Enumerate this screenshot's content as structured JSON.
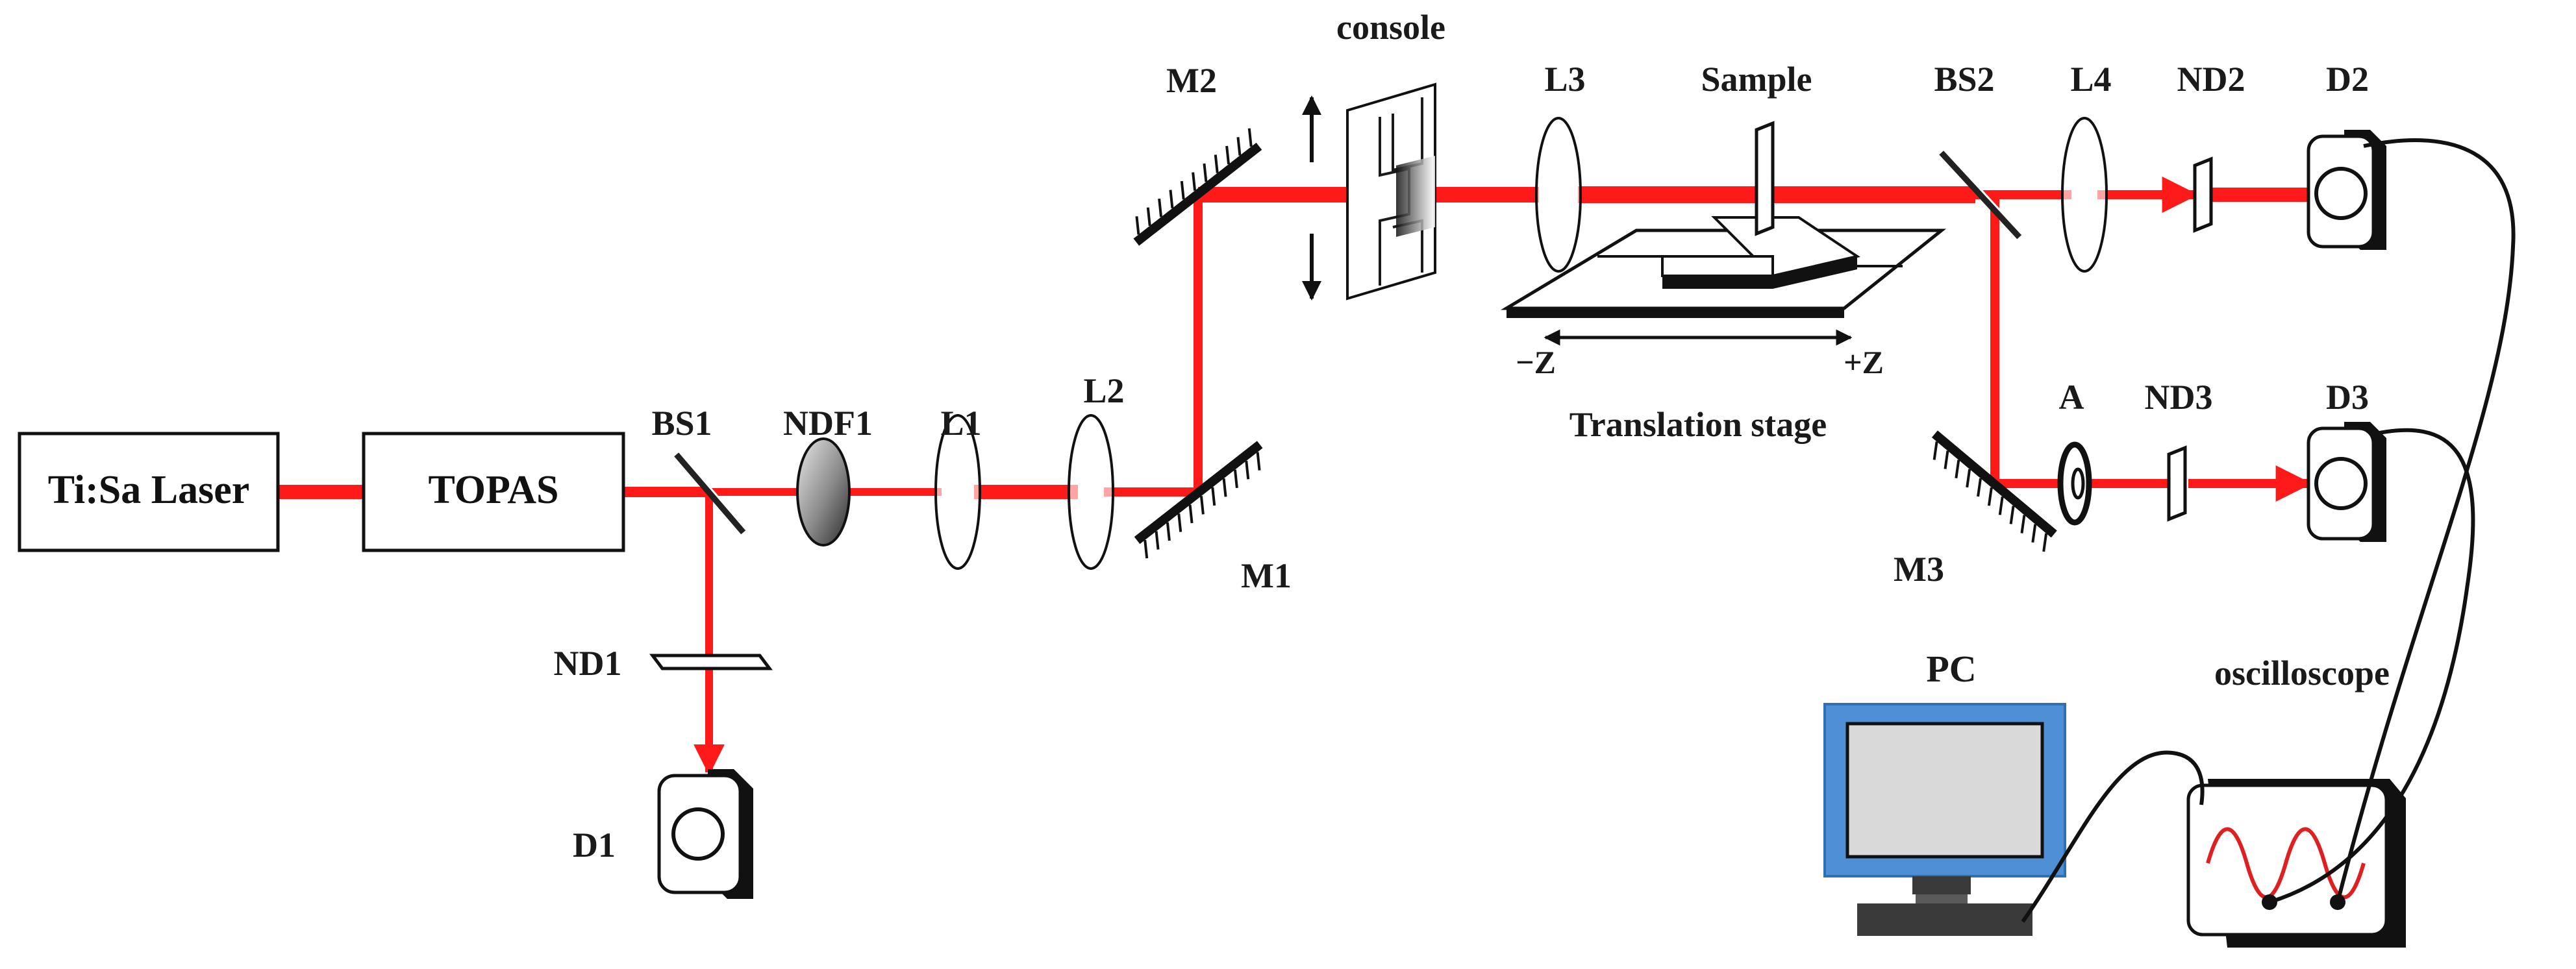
{
  "colors": {
    "beam": "#ff1a1a",
    "ink": "#1a1a1a",
    "monitor_frame": "#4f8fd6",
    "monitor_screen": "#d9d9d9",
    "scope_wave": "#e02020"
  },
  "boxes": {
    "laser": "Ti:Sa Laser",
    "topas": "TOPAS"
  },
  "labels": {
    "bs1": "BS1",
    "ndf1": "NDF1",
    "l1": "L1",
    "l2": "L2",
    "m1": "M1",
    "m2": "M2",
    "console": "console",
    "l3": "L3",
    "sample": "Sample",
    "bs2": "BS2",
    "l4": "L4",
    "nd2": "ND2",
    "d2": "D2",
    "a": "A",
    "nd3": "ND3",
    "d3": "D3",
    "m3": "M3",
    "nd1": "ND1",
    "d1": "D1",
    "minus_z": "−Z",
    "plus_z": "+Z",
    "translation_stage": "Translation stage",
    "pc": "PC",
    "oscilloscope": "oscilloscope"
  },
  "icons": {
    "mirror": "hatched-mirror-icon",
    "lens": "lens-icon",
    "detector": "photodetector-icon",
    "filter": "neutral-density-filter-icon",
    "beamsplitter": "beam-splitter-icon",
    "aperture": "aperture-icon",
    "monitor": "computer-monitor-icon",
    "scope": "oscilloscope-icon",
    "arrow": "arrow-icon"
  }
}
